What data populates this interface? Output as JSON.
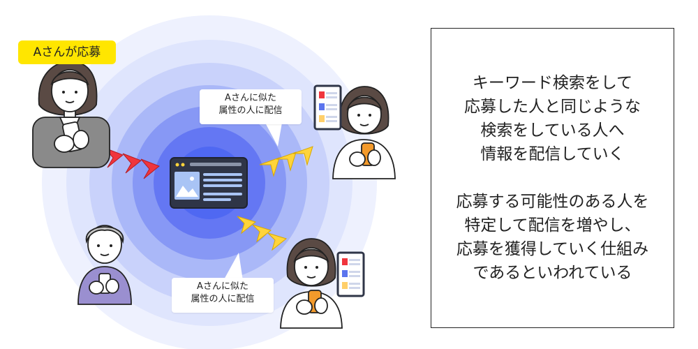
{
  "tag": {
    "label": "Aさんが応募"
  },
  "bubbles": [
    {
      "line1": "Aさんに似た",
      "line2": "属性の人に配信"
    },
    {
      "line1": "Aさんに似た",
      "line2": "属性の人に配信"
    }
  ],
  "explanation": {
    "paragraph1": [
      "キーワード検索をして",
      "応募した人と同じような",
      "検索をしている人へ",
      "情報を配信していく"
    ],
    "paragraph2": [
      "応募する可能性のある人を",
      "特定して配信を増やし、",
      "応募を獲得していく仕組み",
      "であるといわれている"
    ]
  },
  "colors": {
    "ring_outer": "#eef1fe",
    "ring_inner": "#4f68f2",
    "arrow_red": "#f0353d",
    "arrow_yellow": "#ffd43a",
    "tag_bg": "#ffe600",
    "screen_dark": "#2f3547"
  }
}
